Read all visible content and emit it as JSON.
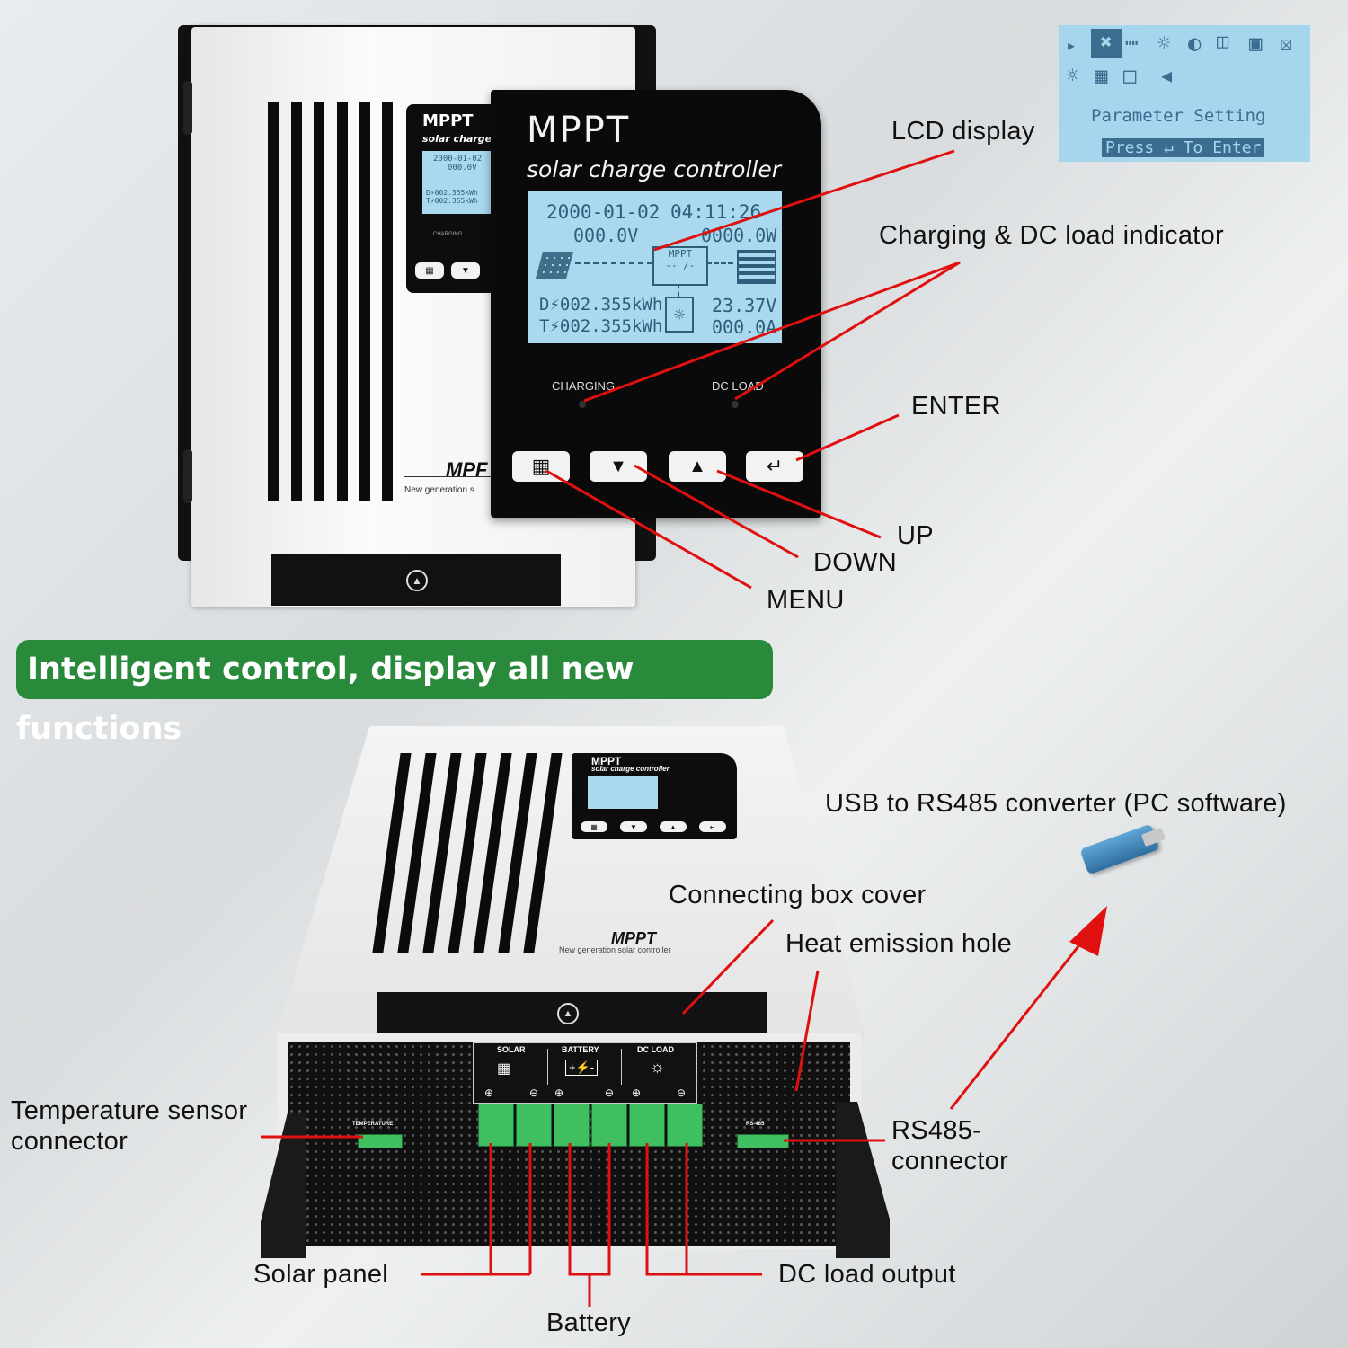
{
  "top_device": {
    "brand": "MPPT",
    "subtitle": "solar charge controller",
    "small_brand": "MPPT",
    "small_subtitle": "solar charge",
    "footer_brand": "MPF",
    "footer_sub": "New generation s",
    "lcd": {
      "date": "2000-01-02",
      "time": "04:11:26",
      "pv_voltage": "000.0V",
      "load_power": "0000.0W",
      "center_label": "MPPT",
      "daily_energy": "D⚡002.355kWh",
      "total_energy": "T⚡002.355kWh",
      "battery_voltage": "23.37V",
      "load_current": "000.0A"
    },
    "small_lcd": {
      "date": "2000-01-02",
      "pv": "000.0V",
      "d": "D⚡002.355kWh",
      "t": "T⚡002.355kWh",
      "charging": "CHARGING"
    },
    "indicators": {
      "charging": "CHARGING",
      "dc_load": "DC LOAD"
    }
  },
  "menu_screen": {
    "title": "Parameter Setting",
    "prompt": "Press ↵ To Enter"
  },
  "labels": {
    "lcd_display": "LCD display",
    "indicator": "Charging & DC load indicator",
    "enter": "ENTER",
    "up": "UP",
    "down": "DOWN",
    "menu": "MENU",
    "banner": "Intelligent control, display all new functions",
    "usb": "USB to RS485 converter (PC software)",
    "cover": "Connecting box cover",
    "heat": "Heat emission hole",
    "temp_1": "Temperature sensor",
    "temp_2": "connector",
    "rs485_1": "RS485-",
    "rs485_2": "connector",
    "solar": "Solar panel",
    "dc_output": "DC load output",
    "battery": "Battery"
  },
  "bottom_device": {
    "brand": "MPPT",
    "subtitle": "solar charge controller",
    "footer_brand": "MPPT",
    "footer_sub": "New generation solar controller",
    "terminal_groups": [
      "SOLAR",
      "BATTERY",
      "DC LOAD"
    ],
    "port_temperature": "TEMPERATURE",
    "port_rs485": "RS-485"
  },
  "colors": {
    "leader": "#e01010",
    "banner": "#2a8a3c",
    "lcd": "#a9d8ef"
  }
}
